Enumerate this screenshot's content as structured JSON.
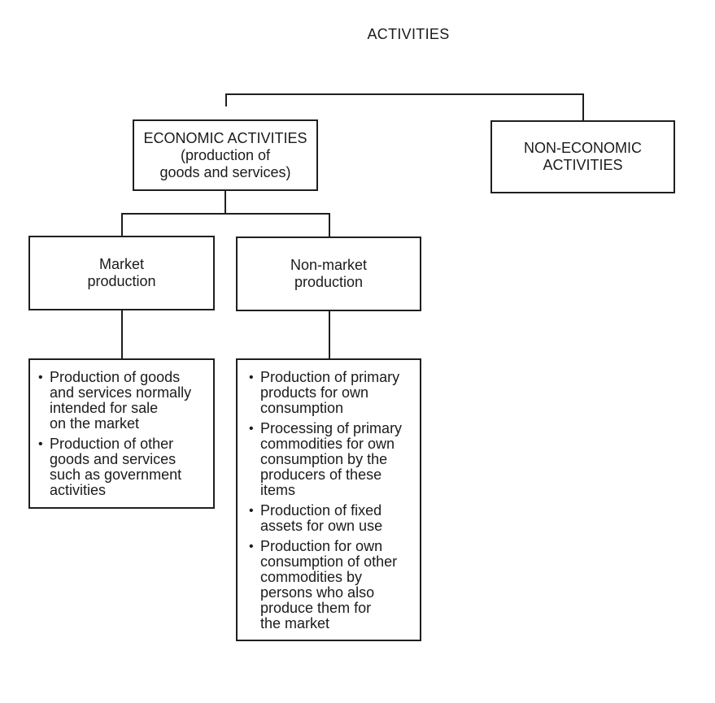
{
  "diagram": {
    "title": "ACTIVITIES",
    "bullet_char": "•",
    "colors": {
      "line": "#1f1f1f",
      "text": "#1b1b1b",
      "background": "#ffffff"
    },
    "nodes": {
      "economic": {
        "label": "ECONOMIC ACTIVITIES\n(production of\ngoods and services)"
      },
      "non_economic": {
        "label": "NON-ECONOMIC\nACTIVITIES"
      },
      "market": {
        "label": "Market\nproduction"
      },
      "non_market": {
        "label": "Non-market\nproduction"
      },
      "market_details": {
        "bullets": [
          "Production of goods\nand services normally\nintended for sale\non the market",
          "Production of other\ngoods and services\nsuch as government\nactivities"
        ]
      },
      "non_market_details": {
        "bullets": [
          "Production of primary\nproducts for own\nconsumption",
          "Processing of primary\ncommodities for own\nconsumption by the\nproducers of these\nitems",
          "Production of fixed\nassets for own use",
          "Production for own\nconsumption of other\ncommodities by\npersons who also\nproduce them for\nthe market"
        ]
      }
    }
  }
}
